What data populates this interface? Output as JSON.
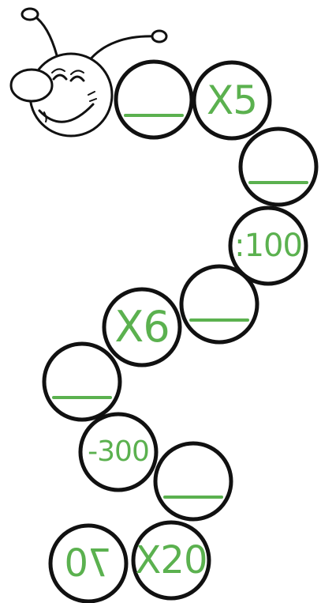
{
  "colors": {
    "outline": "#111111",
    "accent": "#5bb14f",
    "background": "#ffffff"
  },
  "head": {
    "icon": "caterpillar-head-icon"
  },
  "segments": [
    {
      "type": "blank",
      "label": ""
    },
    {
      "type": "text",
      "label": "X5"
    },
    {
      "type": "blank",
      "label": ""
    },
    {
      "type": "text",
      "label": ":100"
    },
    {
      "type": "blank",
      "label": ""
    },
    {
      "type": "text",
      "label": "X6"
    },
    {
      "type": "blank",
      "label": ""
    },
    {
      "type": "text",
      "label": "-300"
    },
    {
      "type": "blank",
      "label": ""
    },
    {
      "type": "text",
      "label": "X20"
    },
    {
      "type": "text",
      "label": "70"
    }
  ]
}
